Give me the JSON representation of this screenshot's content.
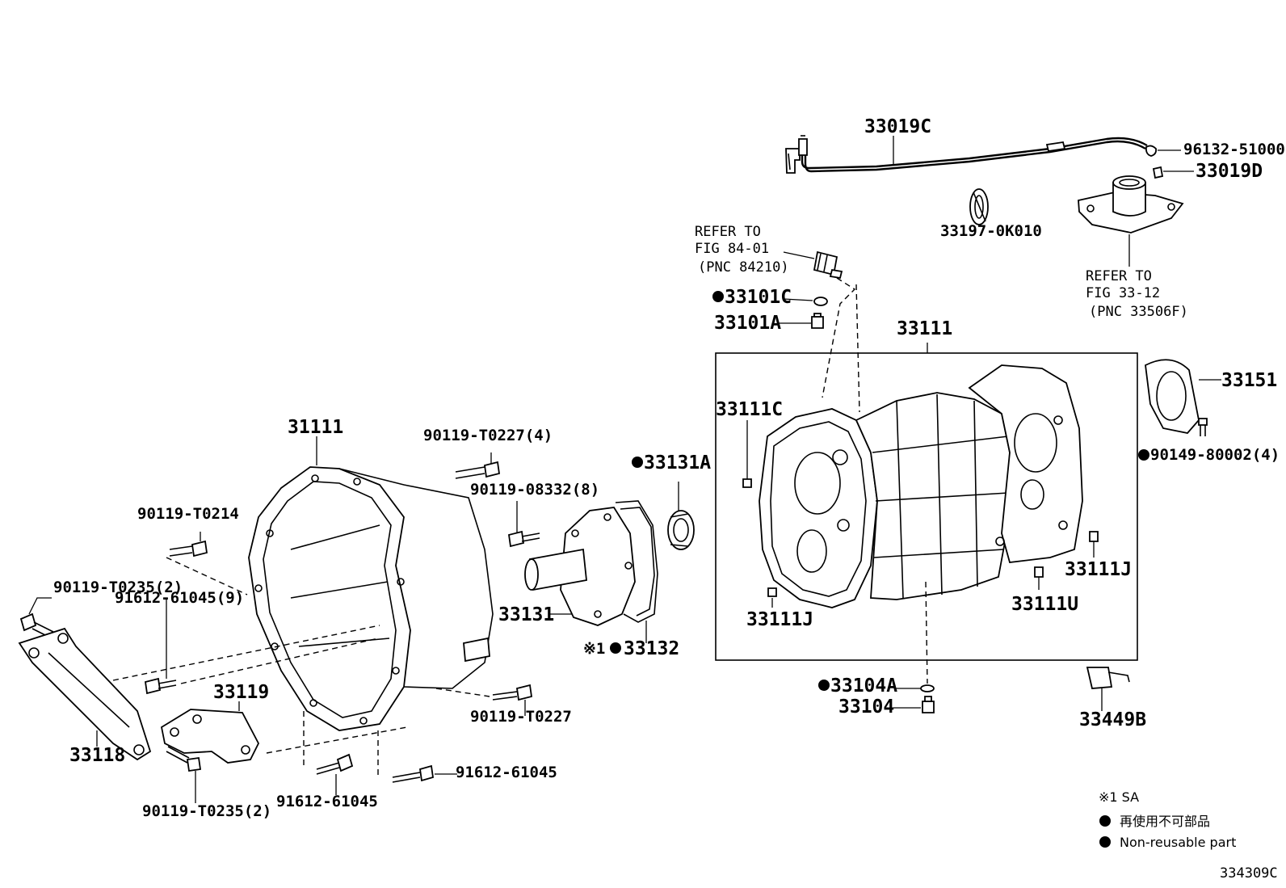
{
  "diagram_id": "334309C",
  "labels": {
    "p33019C": "33019C",
    "p96132": "96132-51000",
    "p33019D": "33019D",
    "p33197": "33197-0K010",
    "ref1_l1": "REFER TO",
    "ref1_l2": "FIG 84-01",
    "ref1_l3": "(PNC 84210)",
    "ref2_l1": "REFER TO",
    "ref2_l2": "FIG 33-12",
    "ref2_l3": "(PNC 33506F)",
    "p33101C": "33101C",
    "p33101A": "33101A",
    "p33111": "33111",
    "p33151": "33151",
    "p33111C": "33111C",
    "p90149": "90149-80002(4)",
    "p31111": "31111",
    "p90119_T0227_4": "90119-T0227(4)",
    "p33131A": "33131A",
    "p90119_08332": "90119-08332(8)",
    "p90119_T0214": "90119-T0214",
    "p90119_T0235_top": "90119-T0235(2)",
    "p91612_9": "91612-61045(9)",
    "p33131": "33131",
    "p33132_prefix": "※1",
    "p33132": "33132",
    "p33111J_right": "33111J",
    "p33111U": "33111U",
    "p33111J_left": "33111J",
    "p90119_T0227": "90119-T0227",
    "p33119": "33119",
    "p33104A": "33104A",
    "p33104": "33104",
    "p33449B": "33449B",
    "p33118": "33118",
    "p91612_a": "91612-61045",
    "p91612_b": "91612-61045",
    "p90119_T0235_bottom": "90119-T0235(2)"
  },
  "legend": {
    "sa": "※1 SA",
    "jp": "再使用不可部品",
    "en": "Non-reusable part"
  }
}
